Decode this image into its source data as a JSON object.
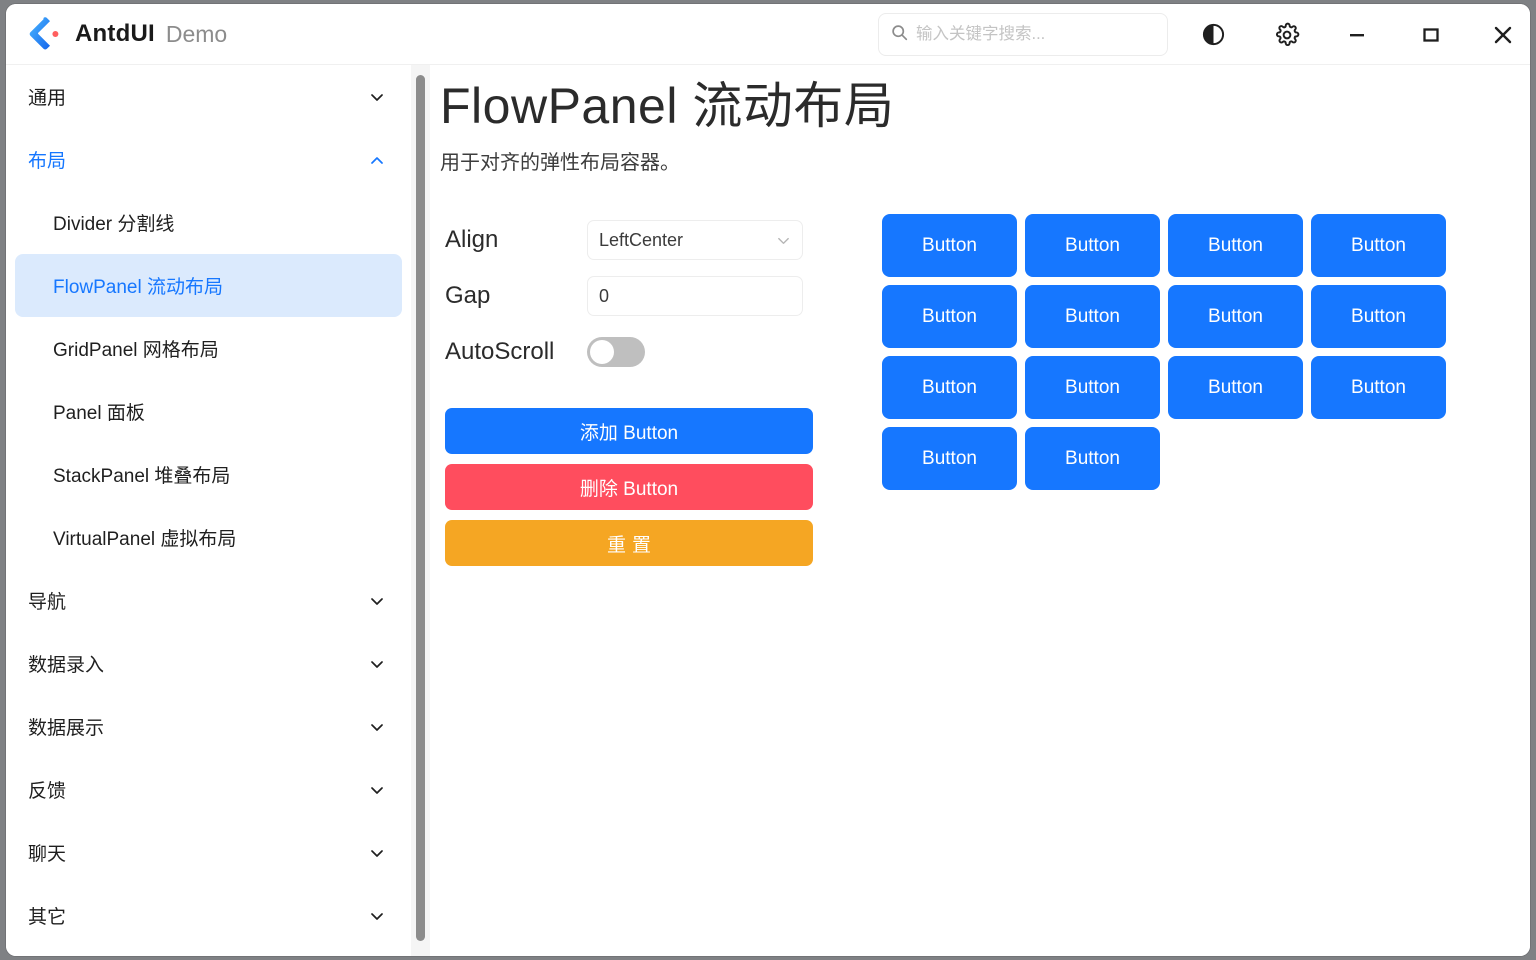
{
  "window": {
    "brand_name": "AntdUI",
    "brand_suffix": "Demo",
    "logo_icon": "antdui-logo-icon"
  },
  "titlebar": {
    "search_placeholder": "输入关键字搜索...",
    "search_value": "",
    "search_icon": "search-icon",
    "theme_icon": "theme-contrast-icon",
    "settings_icon": "gear-icon",
    "minimize_icon": "minimize-icon",
    "maximize_icon": "maximize-icon",
    "close_icon": "close-icon"
  },
  "sidebar": {
    "groups": [
      {
        "label": "通用",
        "expanded": false
      },
      {
        "label": "布局",
        "expanded": true,
        "items": [
          {
            "label": "Divider 分割线",
            "selected": false
          },
          {
            "label": "FlowPanel 流动布局",
            "selected": true
          },
          {
            "label": "GridPanel 网格布局",
            "selected": false
          },
          {
            "label": "Panel 面板",
            "selected": false
          },
          {
            "label": "StackPanel 堆叠布局",
            "selected": false
          },
          {
            "label": "VirtualPanel 虚拟布局",
            "selected": false
          }
        ]
      },
      {
        "label": "导航",
        "expanded": false
      },
      {
        "label": "数据录入",
        "expanded": false
      },
      {
        "label": "数据展示",
        "expanded": false
      },
      {
        "label": "反馈",
        "expanded": false
      },
      {
        "label": "聊天",
        "expanded": false
      },
      {
        "label": "其它",
        "expanded": false
      }
    ],
    "scrollbar": {
      "visible": true
    }
  },
  "page": {
    "title": "FlowPanel 流动布局",
    "description": "用于对齐的弹性布局容器。"
  },
  "controls": {
    "align": {
      "label": "Align",
      "value": "LeftCenter",
      "chevron_icon": "chevron-down-icon"
    },
    "gap": {
      "label": "Gap",
      "value": "0",
      "placeholder": ""
    },
    "autoscroll": {
      "label": "AutoScroll",
      "checked": false
    },
    "add_button_label": "添加 Button",
    "delete_button_label": "删除 Button",
    "reset_button_label": "重置"
  },
  "flow": {
    "button_label": "Button",
    "count": 14,
    "buttons": [
      "Button",
      "Button",
      "Button",
      "Button",
      "Button",
      "Button",
      "Button",
      "Button",
      "Button",
      "Button",
      "Button",
      "Button",
      "Button",
      "Button"
    ]
  },
  "colors": {
    "primary": "#1677FF",
    "danger": "#FF4D5E",
    "warning": "#F5A623",
    "selected_bg": "#DBEAFD",
    "switch_off": "#BFBFBF"
  }
}
